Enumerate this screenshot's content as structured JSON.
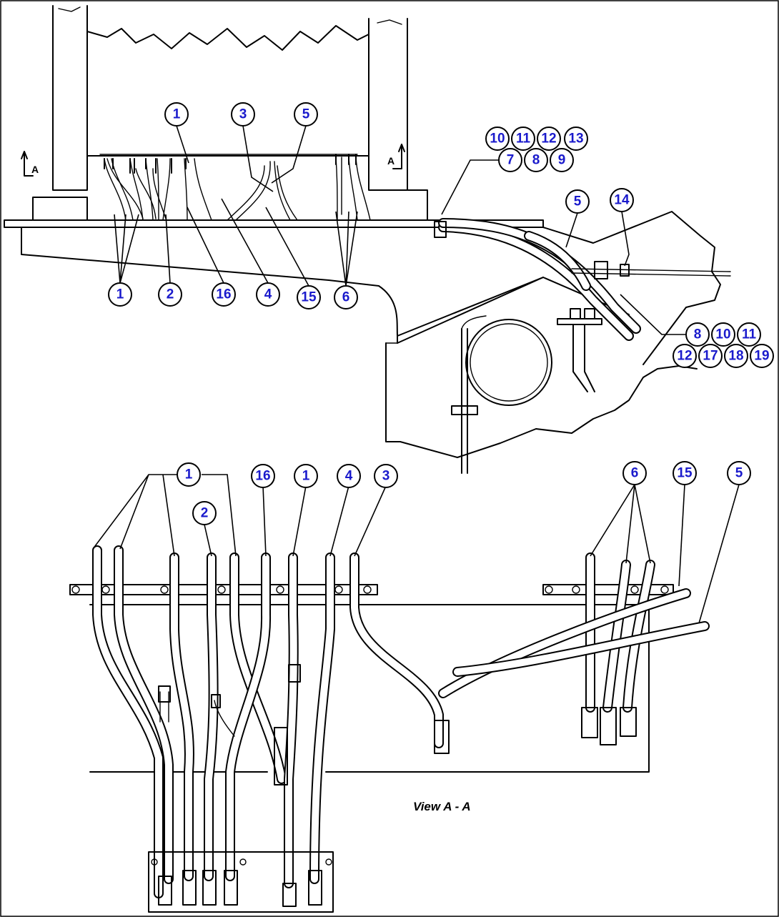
{
  "diagram": {
    "view_caption": "View A - A",
    "section_marks": [
      "A",
      "A"
    ],
    "upper_balloons": [
      "1",
      "3",
      "5",
      "10",
      "11",
      "12",
      "13",
      "7",
      "8",
      "9",
      "5",
      "14",
      "1",
      "2",
      "16",
      "4",
      "15",
      "6",
      "8",
      "10",
      "11",
      "12",
      "17",
      "18",
      "19"
    ],
    "lower_balloons": [
      "1",
      "16",
      "1",
      "4",
      "3",
      "2",
      "6",
      "15",
      "5"
    ]
  },
  "colors": {
    "balloon_text": "#1a1acc",
    "line": "#000000",
    "background": "#ffffff"
  }
}
